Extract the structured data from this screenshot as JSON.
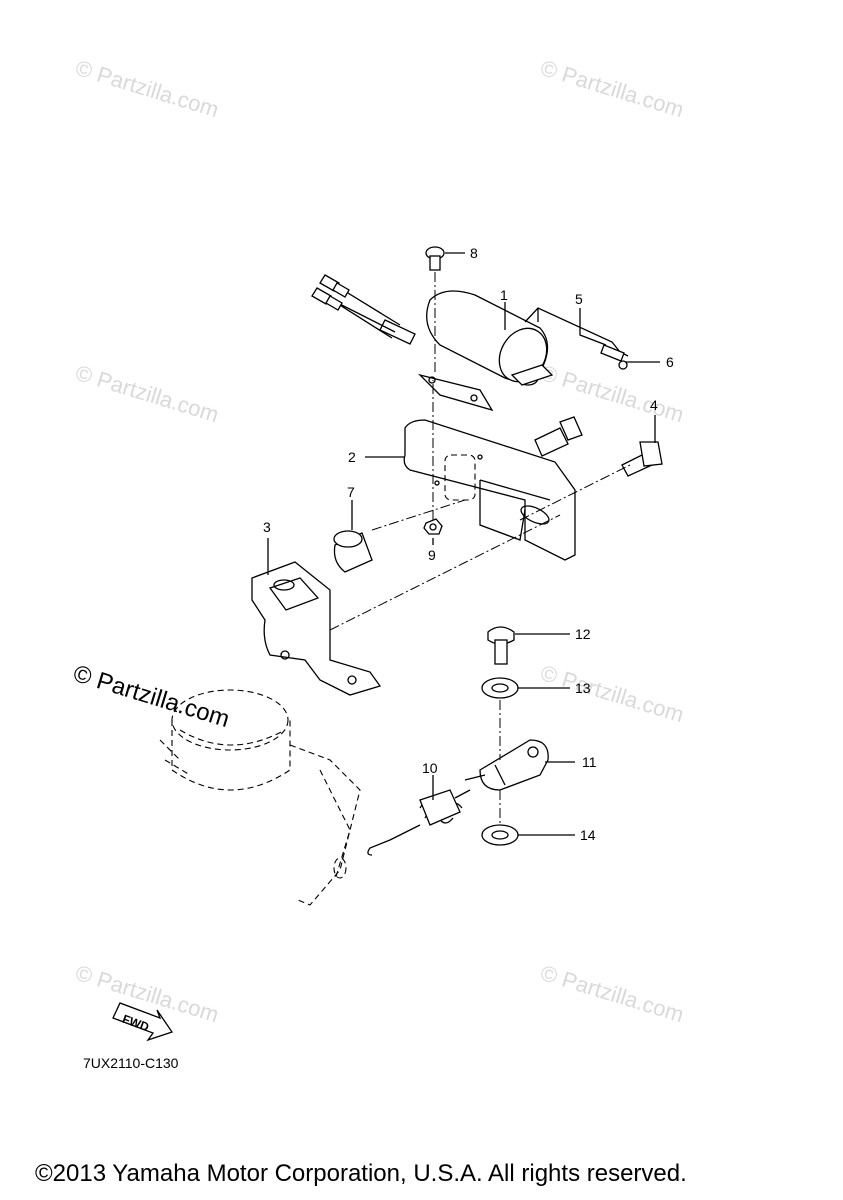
{
  "watermarks": {
    "text": "© Partzilla.com",
    "main_text": "© Partzilla.com"
  },
  "callouts": [
    {
      "label": "1"
    },
    {
      "label": "2"
    },
    {
      "label": "3"
    },
    {
      "label": "4"
    },
    {
      "label": "5"
    },
    {
      "label": "6"
    },
    {
      "label": "7"
    },
    {
      "label": "8"
    },
    {
      "label": "9"
    },
    {
      "label": "10"
    },
    {
      "label": "11"
    },
    {
      "label": "12"
    },
    {
      "label": "13"
    },
    {
      "label": "14"
    }
  ],
  "fwd_label": "FWD",
  "drawing_code": "7UX2110-C130",
  "copyright": "©2013 Yamaha Motor Corporation, U.S.A. All rights reserved."
}
